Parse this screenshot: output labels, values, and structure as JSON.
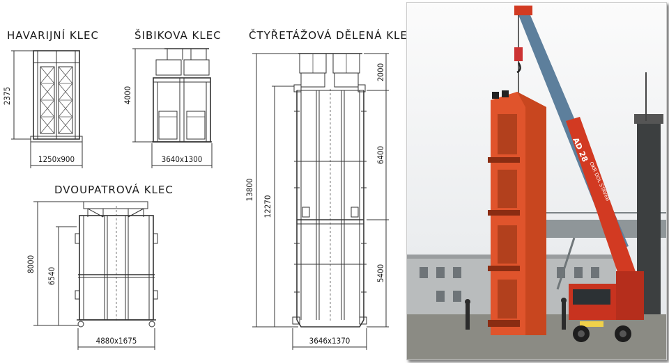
{
  "cages": {
    "havarijni": {
      "title": "HAVARIJNÍ KLEC",
      "height": "2375",
      "footprint": "1250x900"
    },
    "sibikova": {
      "title": "ŠIBIKOVA KLEC",
      "height": "4000",
      "footprint": "3640x1300"
    },
    "dvoupatrova": {
      "title": "DVOUPATROVÁ KLEC",
      "height_total": "8000",
      "height_inner": "6540",
      "footprint": "4880x1675"
    },
    "ctyretazova": {
      "title": "ČTYŘETÁŽOVÁ DĚLENÁ KLEC",
      "height_total": "13800",
      "height_body": "12270",
      "seg_top": "2000",
      "seg_mid": "6400",
      "seg_low": "5400",
      "footprint": "3646x1370"
    }
  },
  "photo": {
    "truck_label": "AD 28",
    "boom_text": "OKR DOL STAVEB"
  },
  "colors": {
    "cage_orange": "#e0542c",
    "truck_red": "#c8331f",
    "sky": "#f2f4f6",
    "boom_blue": "#5d7f9c"
  }
}
